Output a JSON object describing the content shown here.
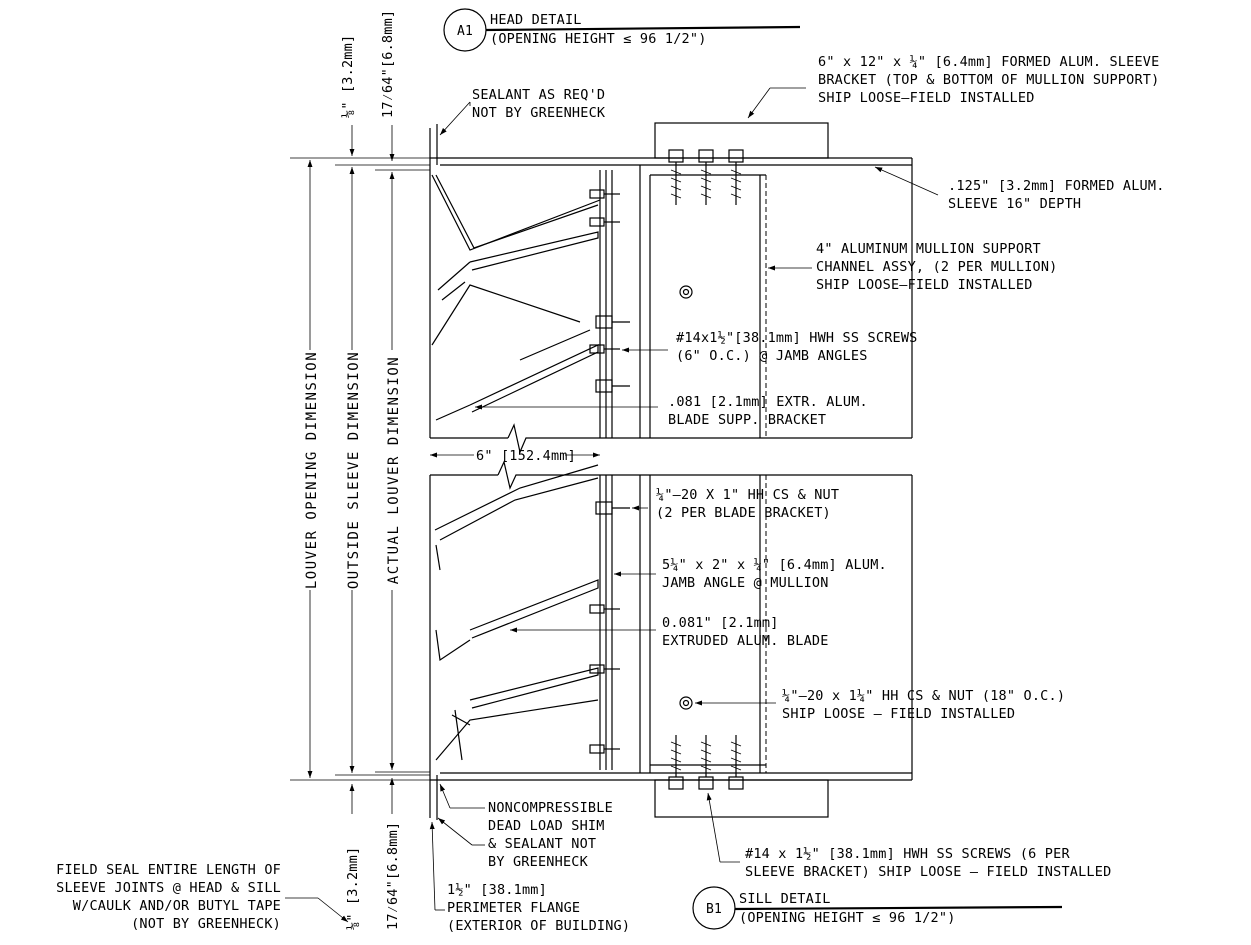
{
  "details": {
    "head": {
      "tag": "A1",
      "title": "HEAD DETAIL",
      "subtitle": "(OPENING HEIGHT ≤ 96 1/2\")"
    },
    "sill": {
      "tag": "B1",
      "title": "SILL DETAIL",
      "subtitle": "(OPENING HEIGHT ≤ 96 1/2\")"
    }
  },
  "dimensions": {
    "louver_opening": "LOUVER OPENING DIMENSION",
    "outside_sleeve": "OUTSIDE SLEEVE DIMENSION",
    "actual_louver": "ACTUAL LOUVER DIMENSION",
    "gap_eighth": "⅛\" [3.2mm]",
    "gap_17_64": "17⁄64\"[6.8mm]",
    "width_6in": "6\" [152.4mm]"
  },
  "callouts": {
    "sealant": [
      "SEALANT AS REQ'D",
      "NOT BY GREENHECK"
    ],
    "sleeve_bracket": [
      "6\" x 12\" x ¼\" [6.4mm] FORMED ALUM. SLEEVE",
      "BRACKET (TOP & BOTTOM OF MULLION SUPPORT)",
      "SHIP LOOSE–FIELD INSTALLED"
    ],
    "formed_sleeve": [
      ".125\" [3.2mm] FORMED ALUM.",
      "SLEEVE 16\" DEPTH"
    ],
    "mullion_support": [
      "4\" ALUMINUM MULLION SUPPORT",
      "CHANNEL ASSY, (2 PER MULLION)",
      "SHIP LOOSE–FIELD INSTALLED"
    ],
    "hwh_screws": [
      "#14x1½\"[38.1mm] HWH SS SCREWS",
      "(6\" O.C.) @ JAMB ANGLES"
    ],
    "blade_bracket": [
      ".081 [2.1mm] EXTR. ALUM.",
      "BLADE SUPP. BRACKET"
    ],
    "hh_cs_nut": [
      "¼\"–20 X 1\" HH CS & NUT",
      "(2 PER BLADE BRACKET)"
    ],
    "jamb_angle": [
      "5¼\" x 2\" x ¼\" [6.4mm] ALUM.",
      "JAMB ANGLE @ MULLION"
    ],
    "extruded_blade": [
      "0.081\" [2.1mm]",
      "EXTRUDED ALUM. BLADE"
    ],
    "hh_cs_nut_18": [
      "¼\"–20 x 1¼\" HH CS & NUT (18\" O.C.)",
      "SHIP LOOSE – FIELD INSTALLED"
    ],
    "noncompressible": [
      "NONCOMPRESSIBLE",
      "DEAD LOAD SHIM",
      "& SEALANT NOT",
      "BY GREENHECK"
    ],
    "sill_screws": [
      "#14 x 1½\" [38.1mm] HWH SS SCREWS (6 PER",
      "SLEEVE BRACKET) SHIP LOOSE – FIELD INSTALLED"
    ],
    "perimeter_flange": [
      "1½\" [38.1mm]",
      "PERIMETER FLANGE",
      "(EXTERIOR OF BUILDING)"
    ],
    "field_seal": [
      "FIELD SEAL ENTIRE LENGTH OF",
      "SLEEVE JOINTS @ HEAD & SILL",
      "W/CAULK AND/OR BUTYL TAPE",
      "(NOT BY GREENHECK)"
    ]
  }
}
